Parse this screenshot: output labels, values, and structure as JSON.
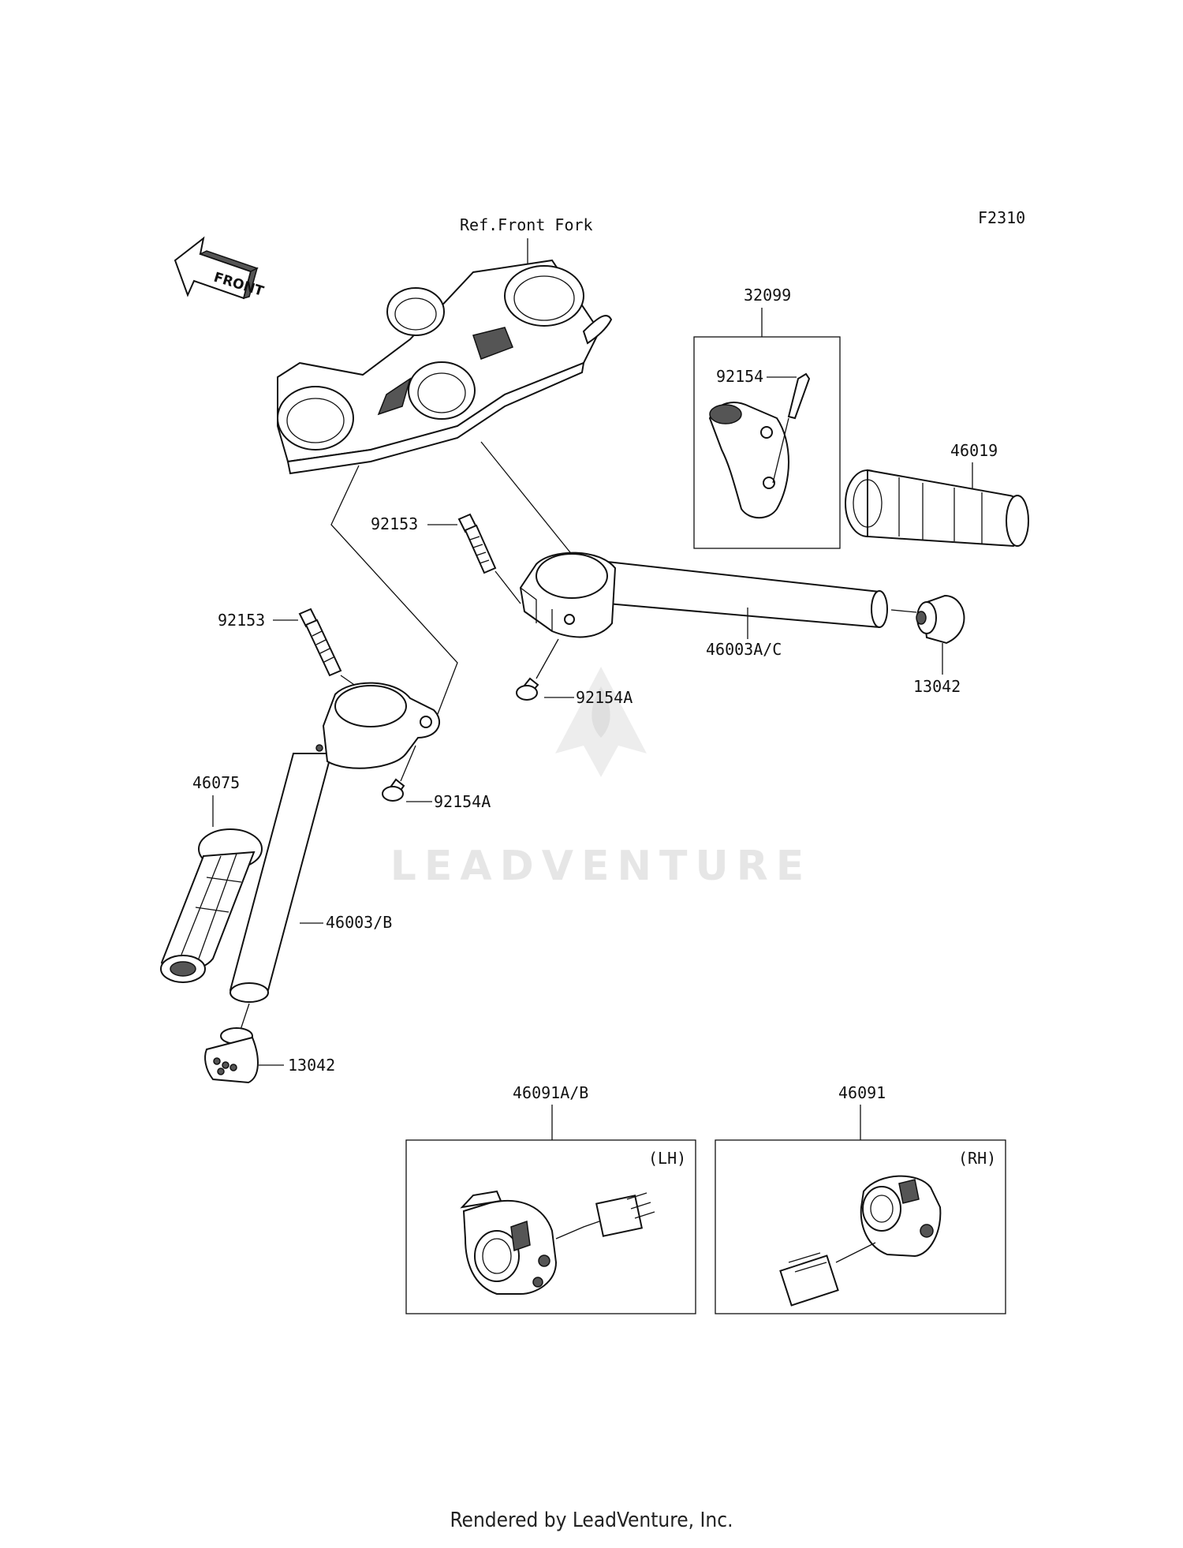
{
  "diagram_code": "F2310",
  "ref_label": "Ref.Front Fork",
  "front_arrow": "FRONT",
  "watermark": "LEADVENTURE",
  "footer": "Rendered by LeadVenture, Inc.",
  "parts": {
    "p32099": "32099",
    "p92154": "92154",
    "p46019": "46019",
    "p92153_upper": "92153",
    "p46003a_c": "46003A/C",
    "p13042_right": "13042",
    "p92154a_upper": "92154A",
    "p92153_lower": "92153",
    "p92154a_lower": "92154A",
    "p46075": "46075",
    "p46003_b": "46003/B",
    "p13042_left": "13042",
    "p46091a_b": "46091A/B",
    "p46091": "46091"
  },
  "side_labels": {
    "lh": "(LH)",
    "rh": "(RH)"
  },
  "colors": {
    "line": "#111111",
    "watermark": "#e4e4e4",
    "background": "#ffffff"
  }
}
